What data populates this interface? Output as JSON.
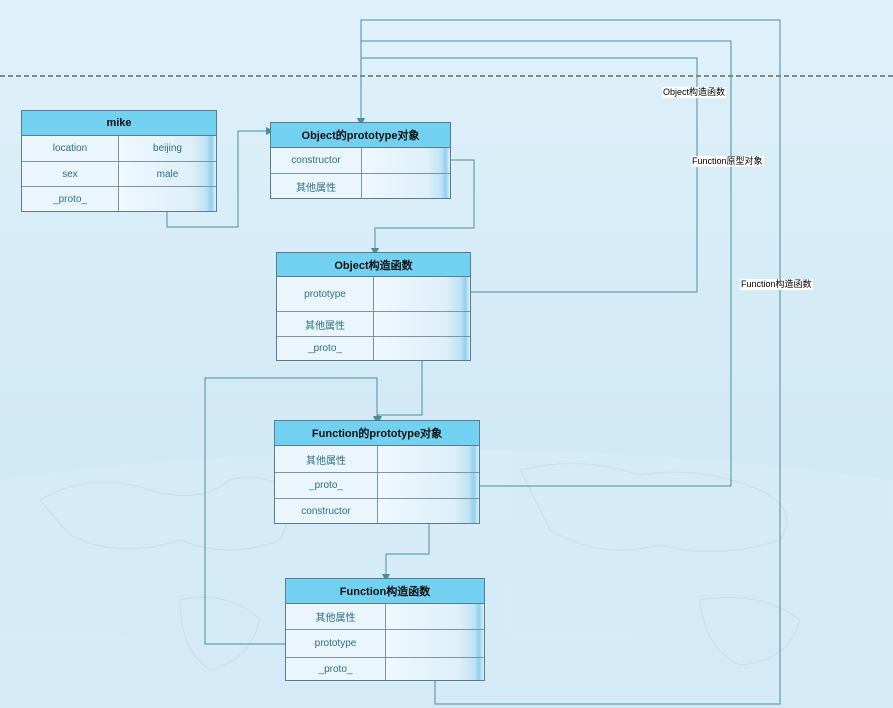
{
  "colors": {
    "header_fill": "#72d0f0",
    "border": "#5e7b88",
    "connector": "#4a8da0",
    "cell_text": "#2f6f7f"
  },
  "nodes": {
    "mike": {
      "title": "mike",
      "rows": [
        {
          "key": "location",
          "value": "beijing"
        },
        {
          "key": "sex",
          "value": "male"
        },
        {
          "key": "_proto_",
          "value": ""
        }
      ]
    },
    "object_prototype": {
      "title": "Object的prototype对象",
      "rows": [
        {
          "key": "constructor",
          "value": ""
        },
        {
          "key": "其他属性",
          "value": ""
        }
      ]
    },
    "object_constructor": {
      "title": "Object构造函数",
      "rows": [
        {
          "key": "prototype",
          "value": ""
        },
        {
          "key": "其他属性",
          "value": ""
        },
        {
          "key": "_proto_",
          "value": ""
        }
      ]
    },
    "function_prototype": {
      "title": "Function的prototype对象",
      "rows": [
        {
          "key": "其他属性",
          "value": ""
        },
        {
          "key": "_proto_",
          "value": ""
        },
        {
          "key": "constructor",
          "value": ""
        }
      ]
    },
    "function_constructor": {
      "title": "Function构造函数",
      "rows": [
        {
          "key": "其他属性",
          "value": ""
        },
        {
          "key": "prototype",
          "value": ""
        },
        {
          "key": "_proto_",
          "value": ""
        }
      ]
    }
  },
  "edge_labels": {
    "object_constructor_label": "Object构造函数",
    "function_prototype_label": "Function原型对象",
    "function_constructor_label": "Function构造函数"
  }
}
